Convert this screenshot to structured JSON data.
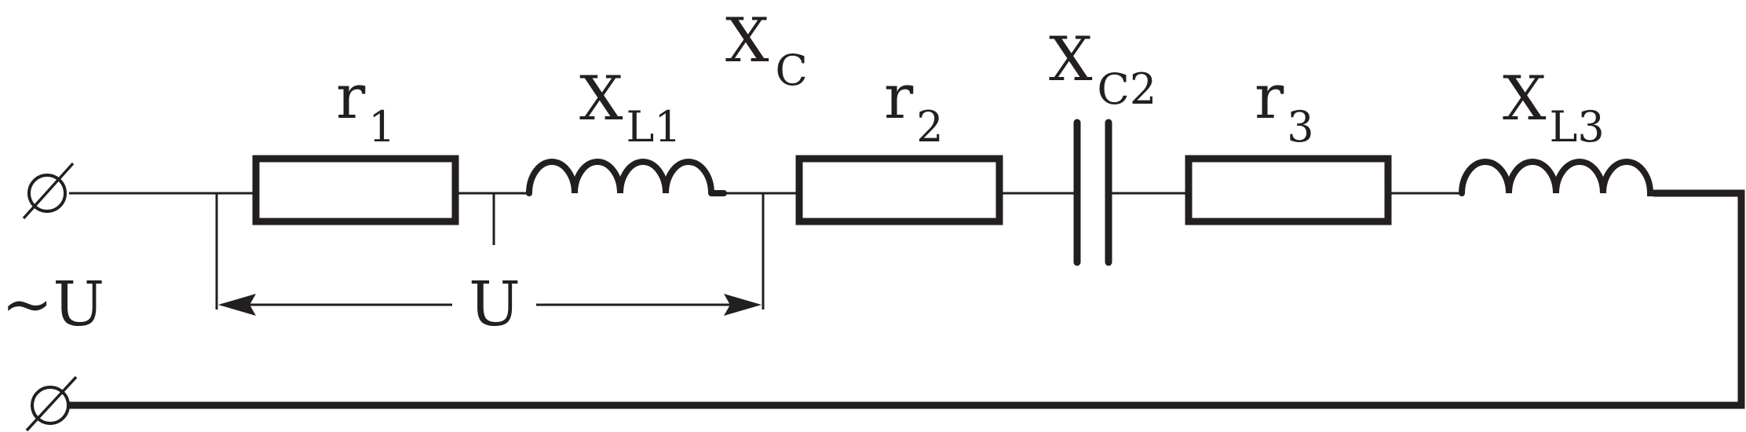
{
  "labels": {
    "r1_main": "r",
    "r1_sub": "1",
    "xl1_main": "X",
    "xl1_sub": "L1",
    "xc_main": "X",
    "xc_sub": "C",
    "r2_main": "r",
    "r2_sub": "2",
    "xc2_main": "X",
    "xc2_sub": "C2",
    "r3_main": "r",
    "r3_sub": "3",
    "xl3_main": "X",
    "xl3_sub": "L3",
    "source_voltage": "~U",
    "measured_voltage": "U"
  }
}
